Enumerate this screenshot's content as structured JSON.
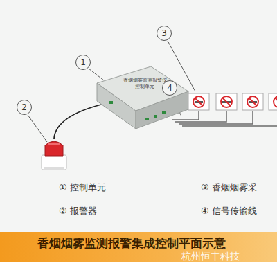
{
  "diagram": {
    "title": "香烟烟雾监测报警集成控制平面示意",
    "nodes": [
      {
        "text": [
          "香烟烟雾监测报警仪",
          "控制单元"
        ]
      }
    ],
    "labels": [
      "1",
      "2",
      "3",
      "4",
      "① 控制单元",
      "② 报警器",
      "③ 香烟烟雾采",
      "④ 信号传输线",
      "杭州恒丰科技"
    ]
  }
}
